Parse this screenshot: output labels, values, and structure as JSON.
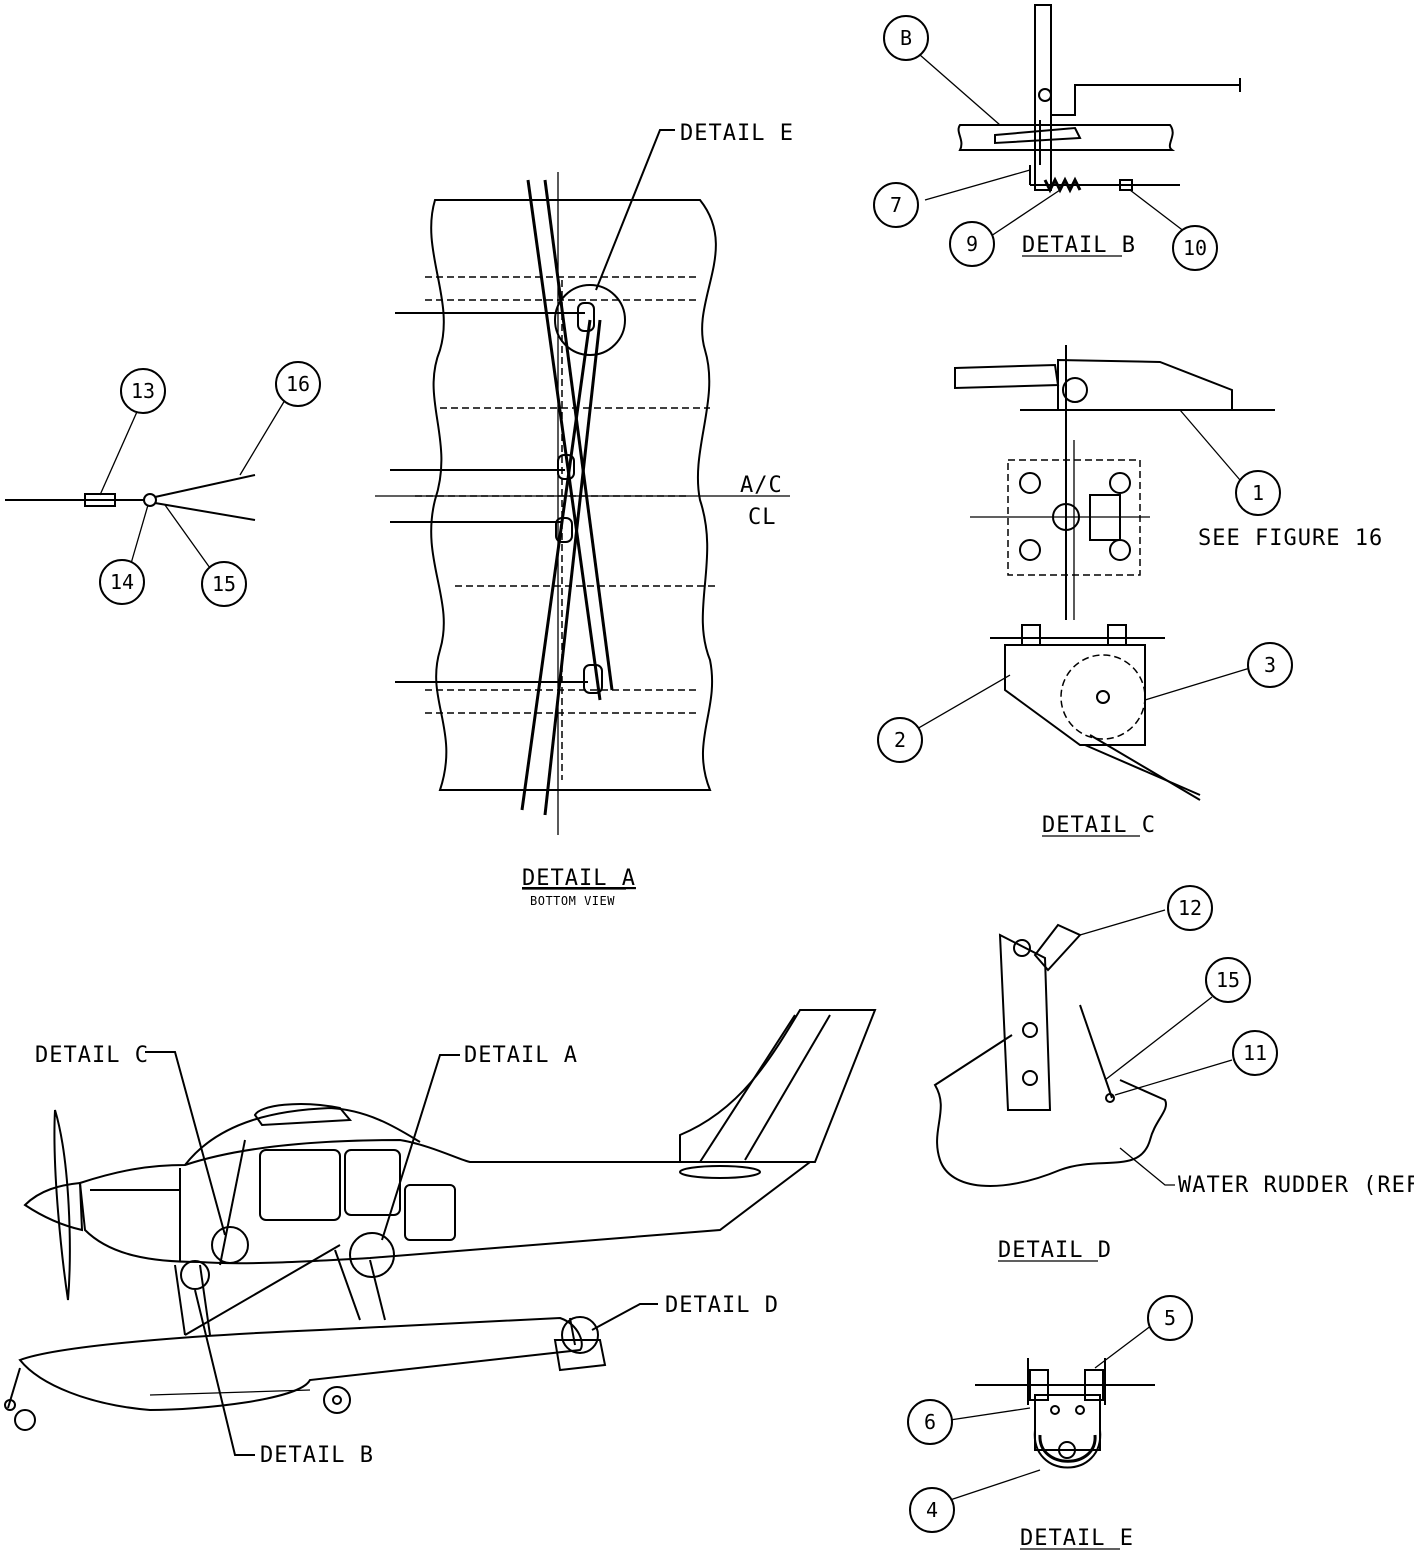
{
  "labels": {
    "detail_e_pointer": "DETAIL E",
    "detail_a_title": "DETAIL A",
    "detail_a_subtitle": "BOTTOM VIEW",
    "ac_label": "A/C",
    "cl_label": "CL",
    "detail_b_title": "DETAIL B",
    "detail_c_title": "DETAIL C",
    "see_figure": "SEE FIGURE 16",
    "water_rudder": "WATER RUDDER (REF)",
    "detail_d_title": "DETAIL D",
    "detail_e_title": "DETAIL E",
    "detail_c_pointer": "DETAIL C",
    "detail_a_pointer": "DETAIL A",
    "detail_d_pointer": "DETAIL D",
    "detail_b_pointer": "DETAIL B"
  },
  "callouts": {
    "b": "B",
    "n7": "7",
    "n9": "9",
    "n10": "10",
    "n1": "1",
    "n2": "2",
    "n3": "3",
    "n13": "13",
    "n14": "14",
    "n15a": "15",
    "n16": "16",
    "n12": "12",
    "n15b": "15",
    "n11": "11",
    "n5": "5",
    "n6": "6",
    "n4": "4"
  }
}
